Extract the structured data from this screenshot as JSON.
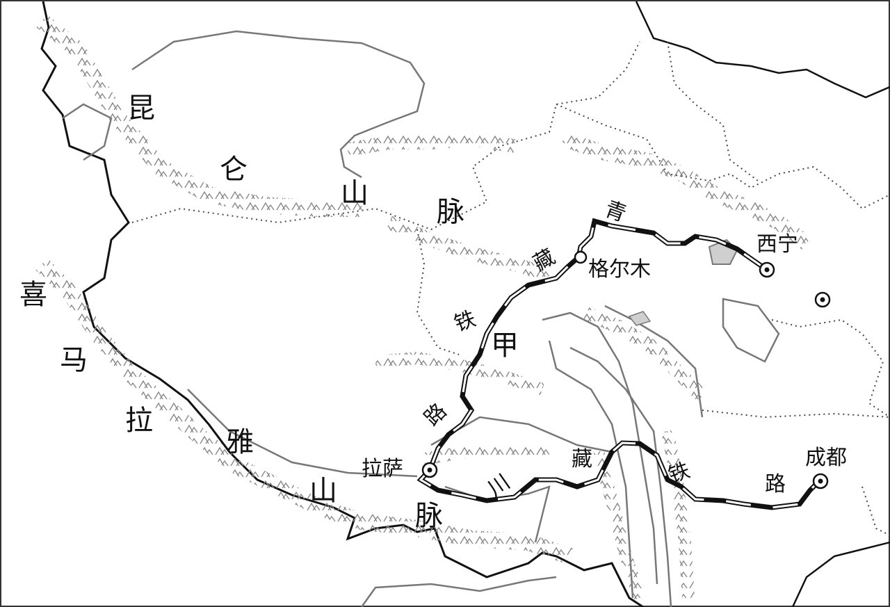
{
  "map": {
    "mountains": {
      "kunlun": [
        "昆",
        "仑",
        "山",
        "脉"
      ],
      "himalaya": [
        "喜",
        "马",
        "拉",
        "雅",
        "山",
        "脉"
      ]
    },
    "railways": {
      "qingzang": [
        "青",
        "藏",
        "铁",
        "路"
      ],
      "chuanzang": [
        "川",
        "藏",
        "铁",
        "路"
      ]
    },
    "cities": {
      "xining": "西宁",
      "golmud": "格尔木",
      "lhasa": "拉萨",
      "chengdu": "成都"
    },
    "marker": "甲"
  }
}
